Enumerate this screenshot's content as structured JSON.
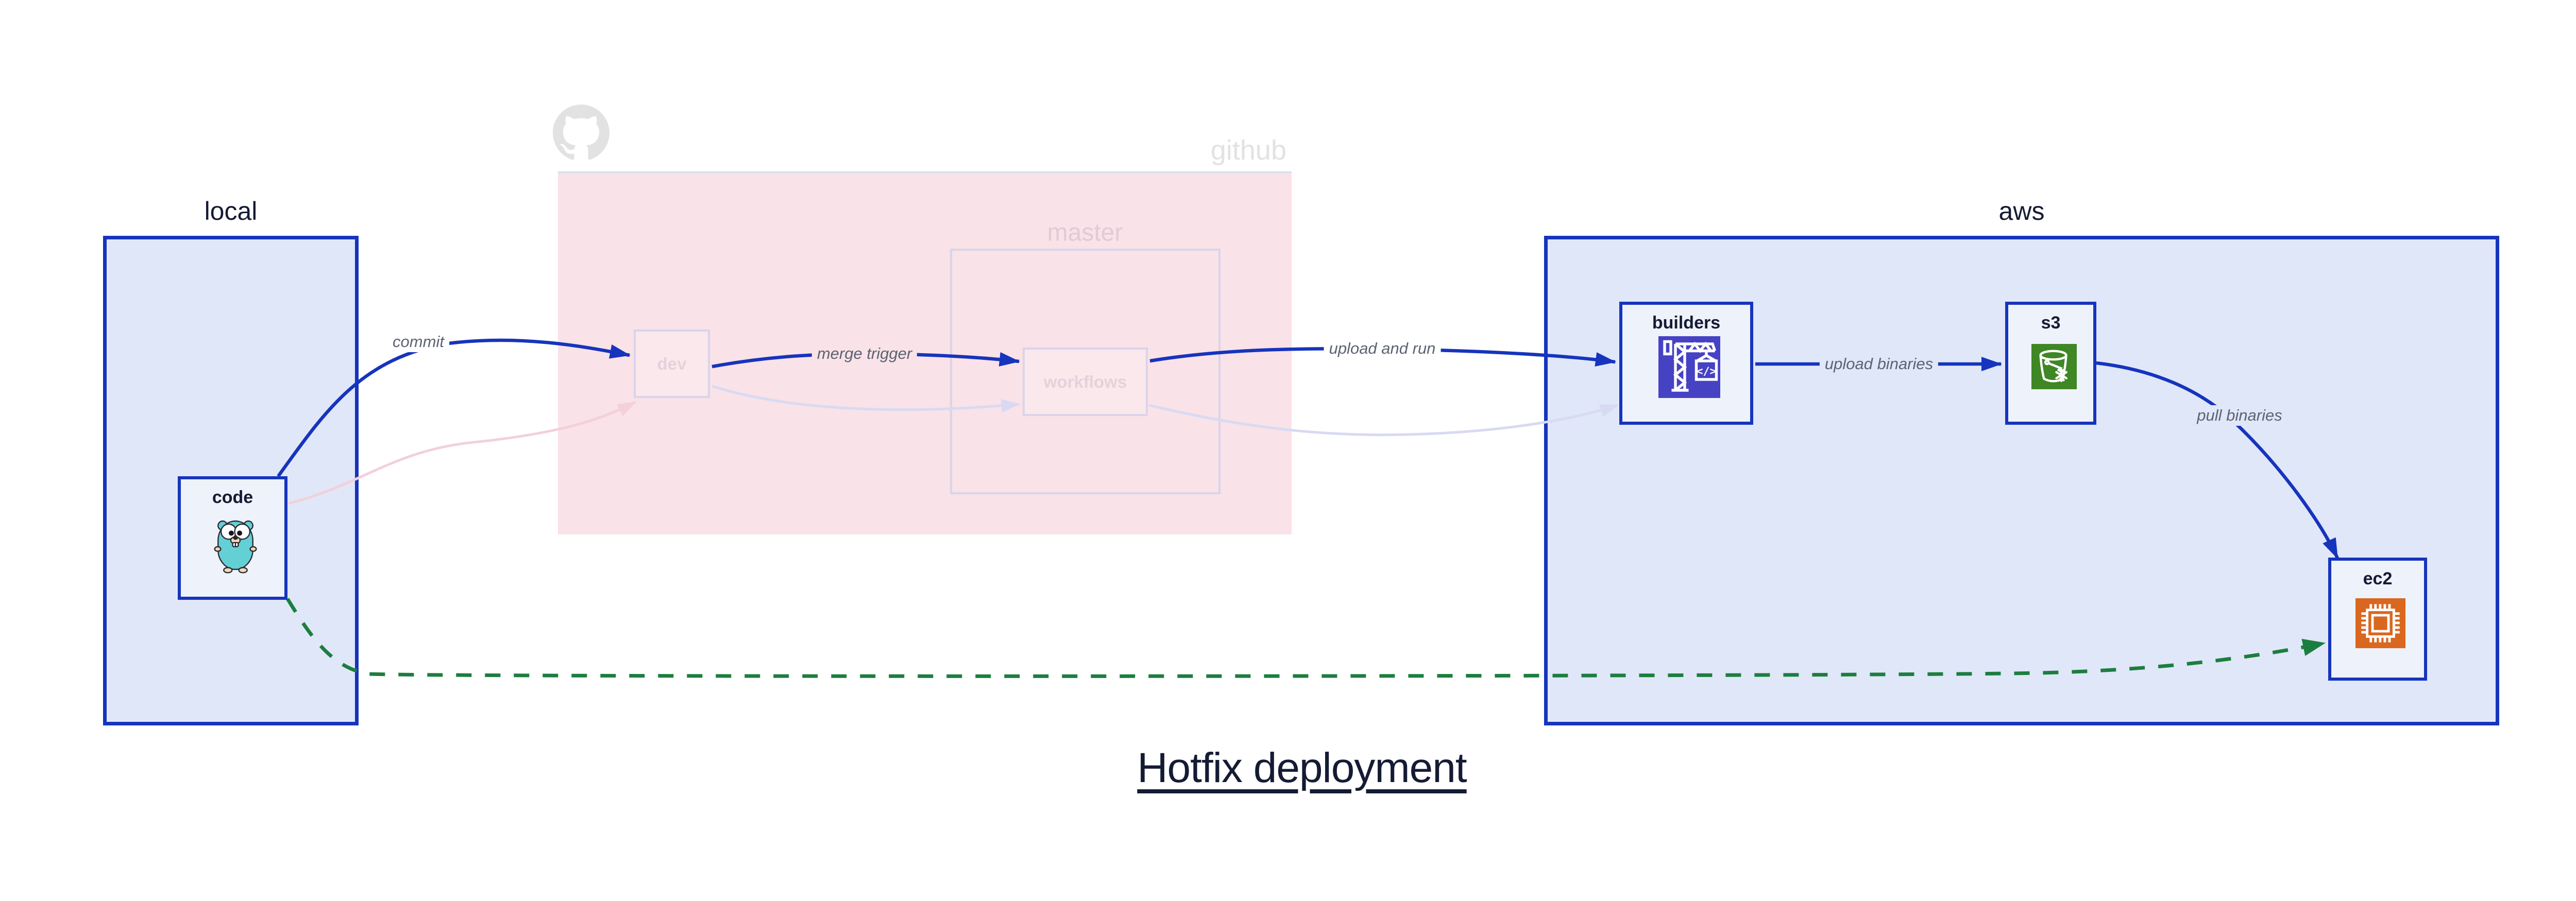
{
  "diagram": {
    "title": "Hotfix deployment",
    "groups": {
      "local": {
        "label": "local"
      },
      "github": {
        "label": "github",
        "branch_label": "master"
      },
      "aws": {
        "label": "aws"
      }
    },
    "nodes": {
      "code": {
        "label": "code",
        "icon": "go-gopher-icon"
      },
      "dev": {
        "label": "dev"
      },
      "workflows": {
        "label": "workflows"
      },
      "builders": {
        "label": "builders",
        "icon": "codebuild-crane-icon"
      },
      "s3": {
        "label": "s3",
        "icon": "s3-bucket-snowflake-icon"
      },
      "ec2": {
        "label": "ec2",
        "icon": "ec2-chip-icon"
      }
    },
    "edges": [
      {
        "id": "commit",
        "label": "commit",
        "from": "code",
        "to": "dev",
        "style": "solid-blue"
      },
      {
        "id": "merge-trigger",
        "label": "merge trigger",
        "from": "dev",
        "to": "workflows",
        "style": "solid-blue"
      },
      {
        "id": "upload-and-run",
        "label": "upload and run",
        "from": "workflows",
        "to": "builders",
        "style": "solid-blue"
      },
      {
        "id": "upload-binaries",
        "label": "upload binaries",
        "from": "builders",
        "to": "s3",
        "style": "solid-blue"
      },
      {
        "id": "pull-binaries",
        "label": "pull binaries",
        "from": "s3",
        "to": "ec2",
        "style": "solid-blue"
      },
      {
        "id": "hotfix-dashed",
        "label": "",
        "from": "code",
        "to": "ec2",
        "style": "dashed-green"
      },
      {
        "id": "faded-code-dev",
        "label": "",
        "from": "code",
        "to": "dev",
        "style": "faded-pink"
      },
      {
        "id": "faded-dev-workflows",
        "label": "",
        "from": "dev",
        "to": "workflows",
        "style": "faded-lavender"
      },
      {
        "id": "faded-workflows-builders",
        "label": "",
        "from": "workflows",
        "to": "builders",
        "style": "faded-lavender"
      }
    ],
    "icons": {
      "crane_code_glyph": "</>"
    },
    "colors": {
      "accent_blue": "#1634bc",
      "box_fill_blue": "#e0e7f9",
      "node_fill": "#eef2fb",
      "github_pink_fill": "#f9e2e8",
      "faded_border": "#d9d4e9",
      "faded_node_text": "#e4d2db",
      "faded_master_text": "#e0ccd6",
      "github_gray": "#e2e2e2",
      "faded_pink_edge": "#f3d0db",
      "faded_lavender_edge": "#d8daf2",
      "green_edge": "#1c7e3e",
      "edge_label_gray": "#5c6372",
      "dark_text": "#141b33",
      "builders_indigo": "#4642c4",
      "s3_green": "#3f8624",
      "ec2_orange": "#d9671f",
      "gopher_teal": "#63d0d6"
    }
  }
}
